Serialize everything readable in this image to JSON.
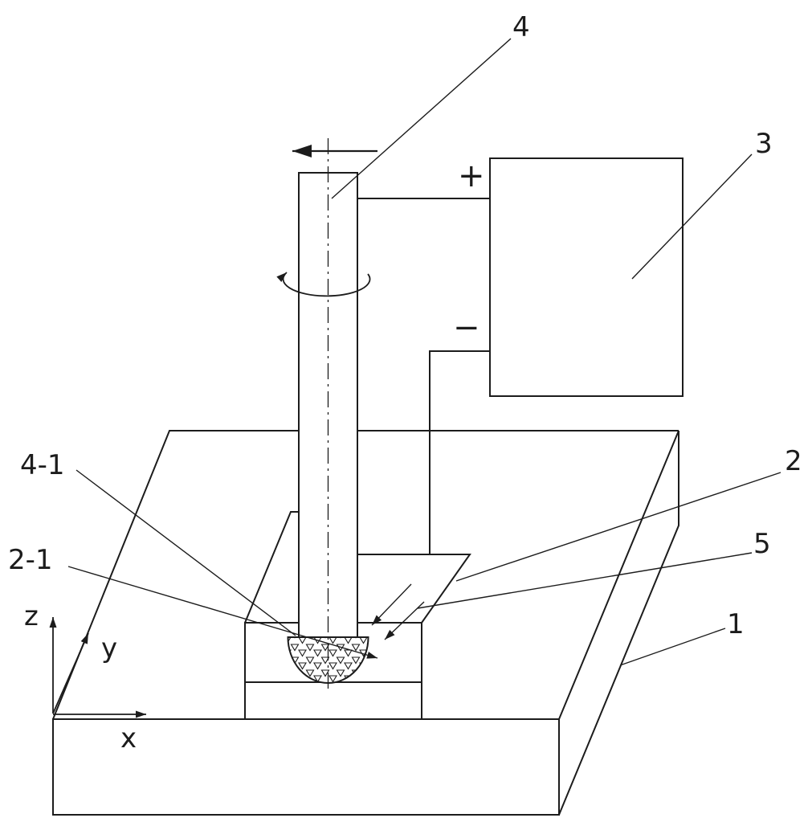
{
  "style": {
    "background": "#ffffff",
    "line_color": "#1c1c1c"
  },
  "labels": {
    "tool": "4",
    "power_supply": "3",
    "workpiece": "2",
    "gap_item": "5",
    "base": "1",
    "tool_tip": "4-1",
    "workpiece_detail": "2-1"
  },
  "terminals": {
    "positive": "+",
    "negative": "−"
  },
  "axes": {
    "x": "x",
    "y": "y",
    "z": "z"
  }
}
